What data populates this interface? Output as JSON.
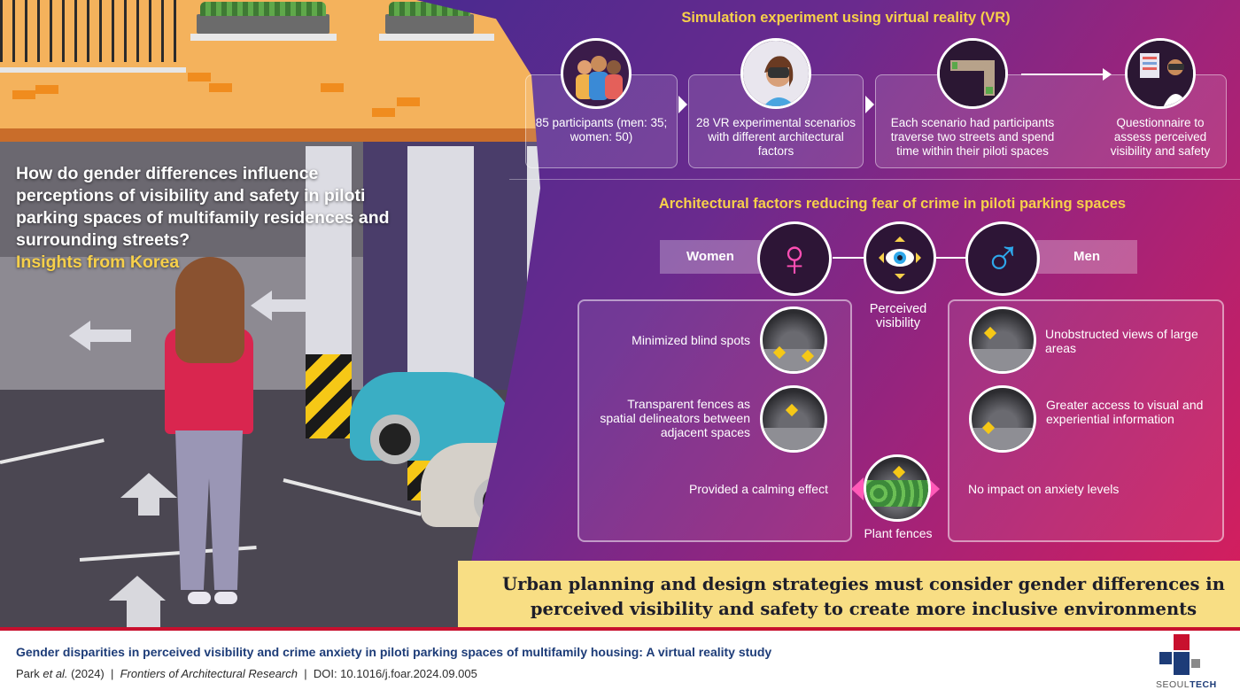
{
  "colors": {
    "accent_yellow": "#f7d04a",
    "panel_purple": "#6a2a8e",
    "panel_magenta": "#d81e5b",
    "female_pink": "#ff4fb4",
    "male_blue": "#2ea7ea",
    "footer_red": "#c8102e",
    "footer_blue": "#1d3c78",
    "banner_yellow": "#f8de84"
  },
  "question": {
    "text": "How do gender differences influence perceptions of visibility and safety in piloti parking spaces of multifamily residences and surrounding streets?",
    "insight": "Insights from Korea"
  },
  "vr_section": {
    "title": "Simulation experiment using virtual reality (VR)",
    "steps": [
      {
        "icon": "participants-group-icon",
        "text": "85 participants (men: 35; women: 50)"
      },
      {
        "icon": "vr-headset-icon",
        "text": "28 VR experimental scenarios with different architectural factors"
      },
      {
        "icon": "street-map-icon",
        "text": "Each scenario had participants traverse two streets and spend time within their piloti spaces"
      },
      {
        "icon": "questionnaire-icon",
        "text": "Questionnaire to assess perceived visibility and safety"
      }
    ]
  },
  "factors_section": {
    "title": "Architectural factors reducing fear of crime in piloti parking spaces",
    "women_label": "Women",
    "men_label": "Men",
    "female_symbol": "♀",
    "male_symbol": "♂",
    "perceived_visibility": "Perceived visibility",
    "women_factors": [
      {
        "text": "Minimized blind spots",
        "icon": "blind-spots-photo"
      },
      {
        "text": "Transparent fences as spatial delineators between adjacent spaces",
        "icon": "transparent-fence-photo"
      },
      {
        "text": "Provided a calming effect",
        "icon": ""
      }
    ],
    "men_factors": [
      {
        "text": "Unobstructed views of large areas",
        "icon": "unobstructed-view-photo"
      },
      {
        "text": "Greater access to visual and experiential information",
        "icon": "visual-access-photo"
      },
      {
        "text": "No impact on anxiety levels",
        "icon": ""
      }
    ],
    "plant_fences": "Plant fences"
  },
  "conclusion": {
    "line1": "Urban planning and design strategies must consider gender differences in",
    "line2": "perceived visibility and safety to create more inclusive environments"
  },
  "footer": {
    "paper_title": "Gender disparities in perceived visibility and crime anxiety in piloti parking spaces of multifamily housing: A virtual reality study",
    "authors": "Park",
    "et_al": "et al.",
    "year": "(2024)",
    "sep": "|",
    "journal": "Frontiers of Architectural Research",
    "doi": "DOI: 10.1016/j.foar.2024.09.005",
    "logo_text_a": "SEOUL",
    "logo_text_b": "TECH"
  }
}
